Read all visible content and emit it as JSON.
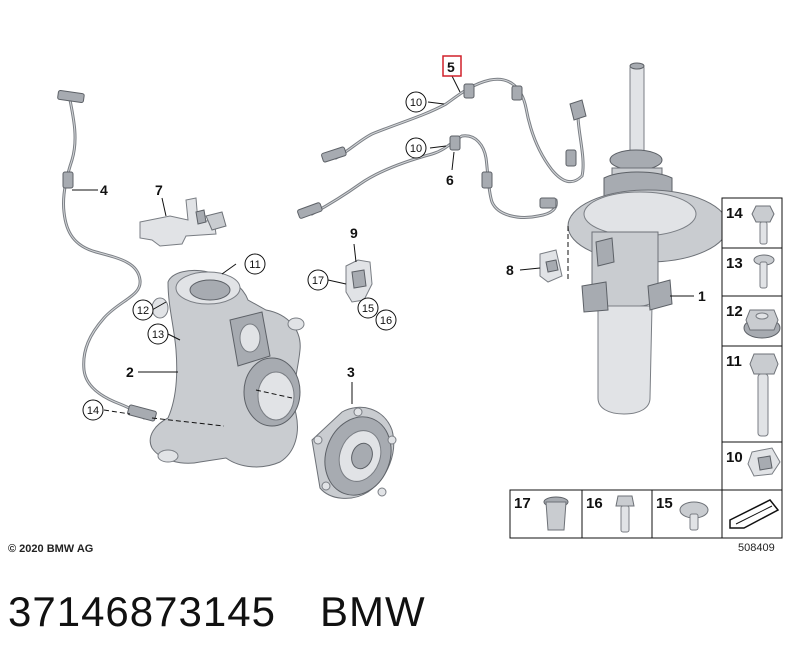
{
  "diagram": {
    "copyright": "© 2020 BMW AG",
    "diagram_id": "508409",
    "highlighted_part": "5",
    "labels": {
      "p1": "1",
      "p2": "2",
      "p3": "3",
      "p4": "4",
      "p5": "5",
      "p6": "6",
      "p7": "7",
      "p8": "8",
      "p9": "9",
      "c10a": "10",
      "c10b": "10",
      "c11": "11",
      "c12": "12",
      "c13": "13",
      "c14": "14",
      "c15": "15",
      "c16": "16",
      "c17": "17"
    },
    "inventory": [
      "14",
      "13",
      "12",
      "11",
      "10",
      "17",
      "16",
      "15"
    ]
  },
  "caption": {
    "part_number": "37146873145",
    "brand": "BMW"
  }
}
